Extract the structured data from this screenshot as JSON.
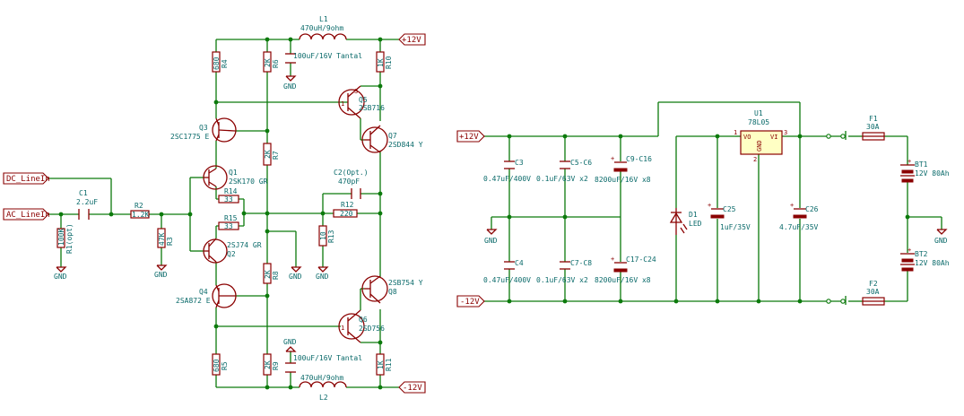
{
  "ports": {
    "dc_line_in": "DC_LineIn",
    "ac_line_in": "AC_LineIn",
    "p12v": "+12V",
    "n12v": "-12V"
  },
  "gnd": "GND",
  "parts": {
    "c1": {
      "ref": "C1",
      "val": "2.2uF"
    },
    "r1": {
      "ref": "R1(opt)",
      "val": "100K"
    },
    "r2": {
      "ref": "R2",
      "val": "1.2K"
    },
    "r3": {
      "ref": "R3",
      "val": "47K"
    },
    "q1": {
      "ref": "Q1",
      "val": "2SK170 GR"
    },
    "q2": {
      "ref": "Q2",
      "val": "2SJ74 GR"
    },
    "q3": {
      "ref": "Q3",
      "val": "2SC1775 E"
    },
    "q4": {
      "ref": "Q4",
      "val": "2SA872 E"
    },
    "q5": {
      "ref": "Q5",
      "val": "2SB716"
    },
    "q6": {
      "ref": "Q6",
      "val": "2SD756"
    },
    "q7": {
      "ref": "Q7",
      "val": "2SD844 Y"
    },
    "q8": {
      "ref": "Q8",
      "val": "2SB754 Y"
    },
    "r4": {
      "ref": "R4",
      "val": "680"
    },
    "r5": {
      "ref": "R5",
      "val": "680"
    },
    "r6": {
      "ref": "R6",
      "val": "2K"
    },
    "r7": {
      "ref": "R7",
      "val": "2K"
    },
    "r8": {
      "ref": "R8",
      "val": "2K"
    },
    "r9": {
      "ref": "R9",
      "val": "2K"
    },
    "r10": {
      "ref": "R10",
      "val": "1K"
    },
    "r11": {
      "ref": "R11",
      "val": "1K"
    },
    "r12": {
      "ref": "R12",
      "val": "220"
    },
    "r13": {
      "ref": "R13",
      "val": "10"
    },
    "r14": {
      "ref": "R14",
      "val": "33"
    },
    "r15": {
      "ref": "R15",
      "val": "33"
    },
    "c2": {
      "ref": "C2(Opt.)",
      "val": "470pF"
    },
    "l1": {
      "ref": "L1",
      "val": "470uH/9ohm"
    },
    "l2": {
      "ref": "L2",
      "val": "470uH/9ohm"
    },
    "ct1": {
      "val": "100uF/16V Tantal"
    },
    "ct2": {
      "val": "100uF/16V Tantal"
    },
    "c3": {
      "ref": "C3",
      "val": "0.47uF/400V"
    },
    "c4": {
      "ref": "C4",
      "val": "0.47uF/400V"
    },
    "c5": {
      "ref": "C5-C6",
      "val": "0.1uF/63V x2"
    },
    "c7": {
      "ref": "C7-C8",
      "val": "0.1uF/63V x2"
    },
    "c9": {
      "ref": "C9-C16",
      "val": "8200uF/16V x8"
    },
    "c17": {
      "ref": "C17-C24",
      "val": "8200uF/16V x8"
    },
    "d1": {
      "ref": "D1",
      "val": "LED"
    },
    "c25": {
      "ref": "C25",
      "val": "1uF/35V"
    },
    "c26": {
      "ref": "C26",
      "val": "4.7uF/35V"
    },
    "u1": {
      "ref": "U1",
      "val": "78L05",
      "pin_vo": "VO",
      "pin_vi": "VI",
      "pin_gnd": "GND",
      "pin1": "1",
      "pin2": "2",
      "pin3": "3"
    },
    "f1": {
      "ref": "F1",
      "val": "30A"
    },
    "f2": {
      "ref": "F2",
      "val": "30A"
    },
    "bt1": {
      "ref": "BT1",
      "val": "12V 80Ah"
    },
    "bt2": {
      "ref": "BT2",
      "val": "12V 80Ah"
    }
  },
  "pin_numbers": {
    "one": "1",
    "two": "2",
    "three": "3"
  }
}
